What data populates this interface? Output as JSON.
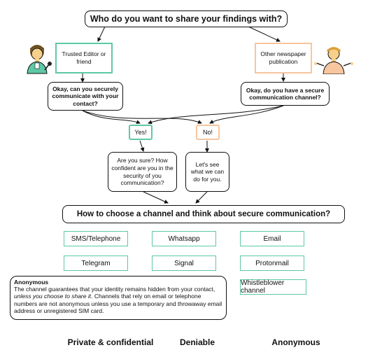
{
  "title": "Who do you want to share your findings with?",
  "left": {
    "start": "Trusted Editor or friend",
    "question": "Okay, can you securely communicate with your contact?"
  },
  "right": {
    "start": "Other newspaper publication",
    "question": "Okay, do you have a secure communication channel?"
  },
  "yes_label": "Yes!",
  "no_label": "No!",
  "yes_followup": "Are you sure? How confident are you in the security of you communication?",
  "no_followup": "Let's see what we can do for you.",
  "section_title": "How to choose a channel and think about secure communication?",
  "channels": {
    "col1": [
      "SMS/Telephone",
      "Telegram"
    ],
    "col2": [
      "Whatsapp",
      "Signal"
    ],
    "col3": [
      "Email",
      "Protonmail",
      "Whistleblower channel"
    ]
  },
  "tooltip": {
    "title": "Anonymous",
    "text_a": "The channel guarantees that your identity remains hidden from your contact, ",
    "text_italic": "unless you choose to share it",
    "text_b": ". Channels that rely on email or telephone numbers are not anonymous unless you use a temporary and throwaway email address or unregistered SIM card."
  },
  "columns": {
    "col1": "Private & confidential",
    "col2": "Deniable",
    "col3": "Anonymous"
  },
  "colors": {
    "green": "#5ec8a6",
    "orange": "#f7c59e",
    "line": "#111111"
  },
  "icons": {
    "left_person": "editor-with-microphone-icon",
    "right_person": "shrugging-person-icon"
  }
}
